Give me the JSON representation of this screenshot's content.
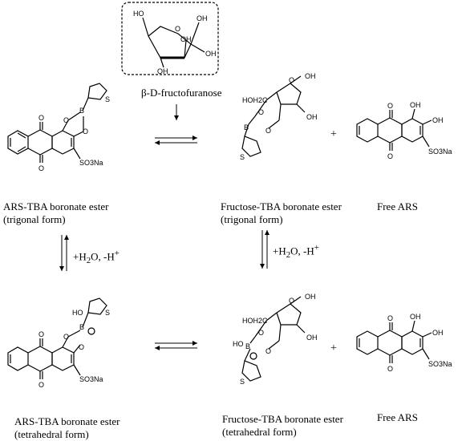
{
  "sugar": {
    "name": "β-D-fructofuranose"
  },
  "compounds": {
    "ars_tba_trigonal": {
      "line1": "ARS-TBA boronate ester",
      "line2": "(trigonal form)"
    },
    "fructose_tba_trigonal": {
      "line1": "Fructose-TBA boronate ester",
      "line2": "(trigonal form)"
    },
    "free_ars_top": {
      "label": "Free ARS"
    },
    "ars_tba_tetrahedral": {
      "line1": "ARS-TBA boronate ester",
      "line2": "(tetrahedral form)"
    },
    "fructose_tba_tetrahedral": {
      "line1": "Fructose-TBA boronate ester",
      "line2": "(tetrahedral form)"
    },
    "free_ars_bottom": {
      "label": "Free ARS"
    }
  },
  "conditions": {
    "left": {
      "text": "+H",
      "sub": "2",
      "rest": "O, -H",
      "sup": "+"
    },
    "right": {
      "text": "+H",
      "sub": "2",
      "rest": "O, -H",
      "sup": "+"
    }
  },
  "plus_signs": [
    "+",
    "+"
  ],
  "atoms": {
    "OH": "OH",
    "HO": "HO",
    "O": "O",
    "B": "B",
    "S": "S",
    "SO3Na": "SO3Na",
    "HOH2C": "HOH2C"
  }
}
